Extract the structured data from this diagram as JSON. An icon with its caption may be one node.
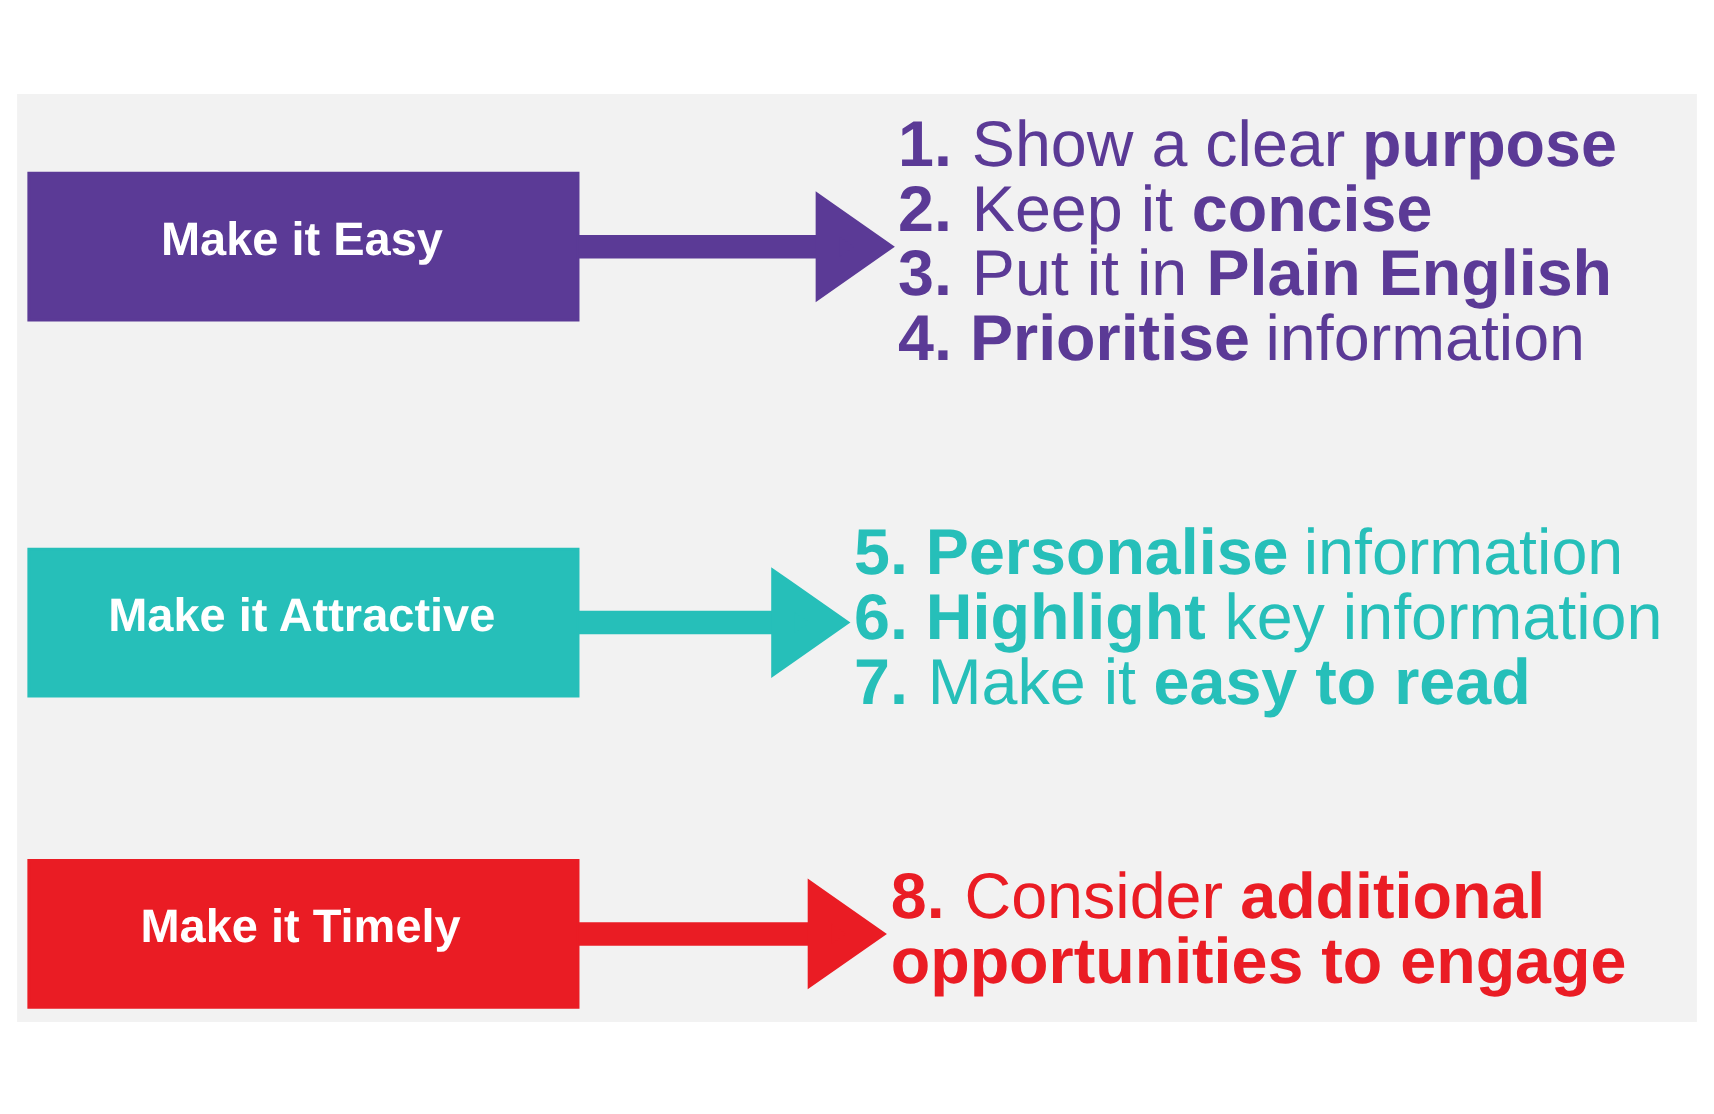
{
  "diagram": {
    "nodes": [
      {
        "text": [
          "Make it Easy"
        ]
      },
      {
        "text": [
          "**1.** Show a clear **purpose**",
          "**2.** Keep it **concise**",
          "**3.** Put it in **Plain English**",
          "**4. Prioritise** information"
        ]
      },
      {
        "text": [
          "Make it Attractive"
        ]
      },
      {
        "text": [
          "**5. Personalise** information",
          "**6. Highlight** key information",
          "**7.** Make it **easy to read**"
        ]
      },
      {
        "text": [
          "Make it Timely"
        ]
      },
      {
        "text": [
          "**8.** Consider **additional opportunities to engage**"
        ]
      }
    ],
    "edges": [
      {
        "from": 0,
        "to": 1,
        "arrow": "to",
        "color": "#5b3a96"
      },
      {
        "from": 2,
        "to": 3,
        "arrow": "to",
        "color": "#26bfb9"
      },
      {
        "from": 4,
        "to": 5,
        "arrow": "to",
        "color": "#ea1c24"
      }
    ]
  }
}
